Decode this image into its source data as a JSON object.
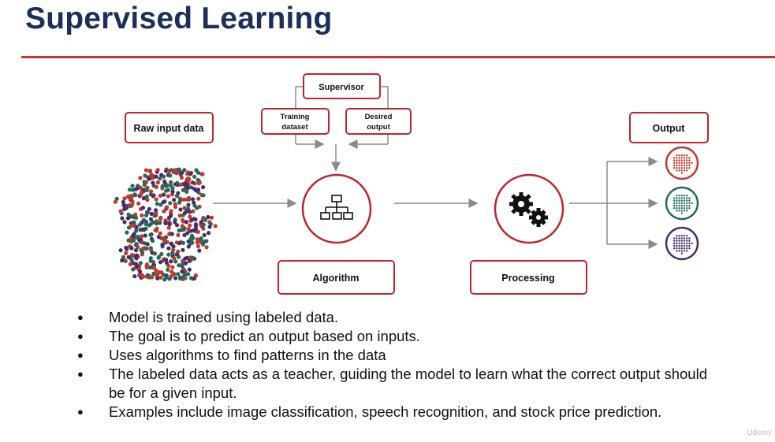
{
  "slide": {
    "title": "Supervised Learning",
    "accent_color": "#d32f2f",
    "title_color": "#1b2f59"
  },
  "diagram": {
    "supervisor": "Supervisor",
    "training_dataset_line1": "Training",
    "training_dataset_line2": "dataset",
    "desired_output_line1": "Desired",
    "desired_output_line2": "output",
    "raw_input_data": "Raw input data",
    "algorithm": "Algorithm",
    "processing": "Processing",
    "output": "Output",
    "algorithm_icon": "hierarchy-icon",
    "processing_icon": "gears-icon",
    "output_colors": [
      "#c0392b",
      "#1e6b5a",
      "#4a2a6b"
    ]
  },
  "bullets": [
    "Model is trained using labeled data.",
    "The goal is to predict an output based on inputs.",
    "Uses algorithms to find patterns in the data",
    "The labeled data acts as a teacher, guiding the model to learn what the correct output should be for a given input.",
    "Examples include image classification, speech recognition, and stock price prediction."
  ],
  "watermark": "Udemy"
}
